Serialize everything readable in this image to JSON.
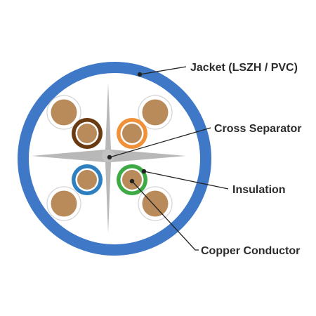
{
  "labels": {
    "jacket": "Jacket (LSZH / PVC)",
    "separator": "Cross Separator",
    "insulation": "Insulation",
    "conductor": "Copper Conductor"
  },
  "colors": {
    "jacket": "#3f78c6",
    "separator": "#b8b8b8",
    "copper": "#b98a5a",
    "thin_ring": "#d4d4d4",
    "brown_insulation": "#6a3a12",
    "orange_insulation": "#f0913a",
    "blue_insulation": "#2d7fc0",
    "green_insulation": "#3eaa46",
    "leader_line": "#222222",
    "label_text": "#2b2b2b"
  }
}
